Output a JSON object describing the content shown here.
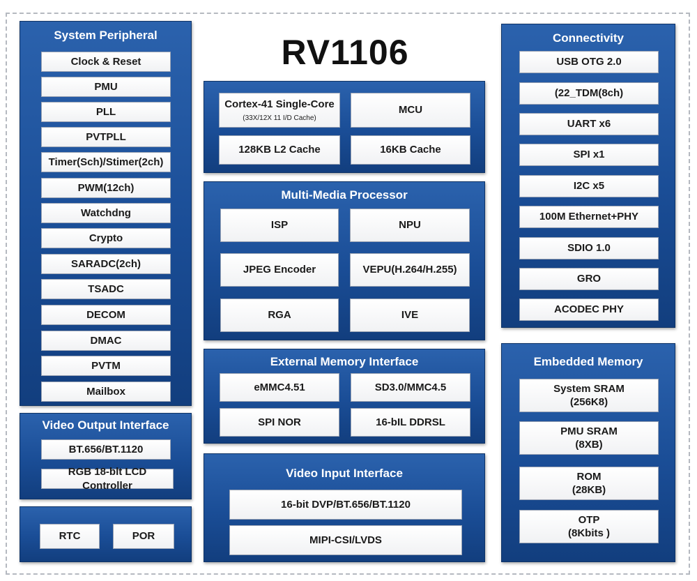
{
  "title": "RV1106",
  "system_peripheral": {
    "title": "System Peripheral",
    "items": [
      "Clock & Reset",
      "PMU",
      "PLL",
      "PVTPLL",
      "Timer(Sch)/Stimer(2ch)",
      "PWM(12ch)",
      "Watchdng",
      "Crypto",
      "SARADC(2ch)",
      "TSADC",
      "DECOM",
      "DMAC",
      "PVTM",
      "Mailbox"
    ]
  },
  "video_output": {
    "title": "Video Output Interface",
    "items": [
      "BT.656/BT.1120",
      "RGB 18-blt LCD Controller"
    ]
  },
  "misc": {
    "items": [
      "RTC",
      "POR"
    ]
  },
  "cpu": {
    "core": "Cortex-41 Single-Core",
    "core_sub": "(33X/12X 11 I/D Cache)",
    "mcu": "MCU",
    "l2": "128KB L2 Cache",
    "cache16": "16KB Cache"
  },
  "multimedia": {
    "title": "Multi-Media Processor",
    "items": [
      "ISP",
      "NPU",
      "JPEG Encoder",
      "VEPU(H.264/H.255)",
      "RGA",
      "IVE"
    ]
  },
  "ext_memory": {
    "title": "External Memory Interface",
    "items": [
      "eMMC4.51",
      "SD3.0/MMC4.5",
      "SPI NOR",
      "16-bIL DDRSL"
    ]
  },
  "video_input": {
    "title": "Video Input Interface",
    "items": [
      "16-bit DVP/BT.656/BT.1120",
      "MIPI-CSI/LVDS"
    ]
  },
  "connectivity": {
    "title": "Connectivity",
    "items": [
      "USB OTG 2.0",
      "(22_TDM(8ch)",
      "UART x6",
      "SPI x1",
      "I2C x5",
      "100M Ethernet+PHY",
      "SDIO 1.0",
      "GRO",
      "ACODEC PHY"
    ]
  },
  "embedded_memory": {
    "title": "Embedded Memory",
    "items": [
      {
        "name": "System SRAM",
        "size": "(256K8)"
      },
      {
        "name": "PMU SRAM",
        "size": "(8XB)"
      },
      {
        "name": "ROM",
        "size": "(28KB)"
      },
      {
        "name": "OTP",
        "size": "(8Kbits )"
      }
    ]
  }
}
